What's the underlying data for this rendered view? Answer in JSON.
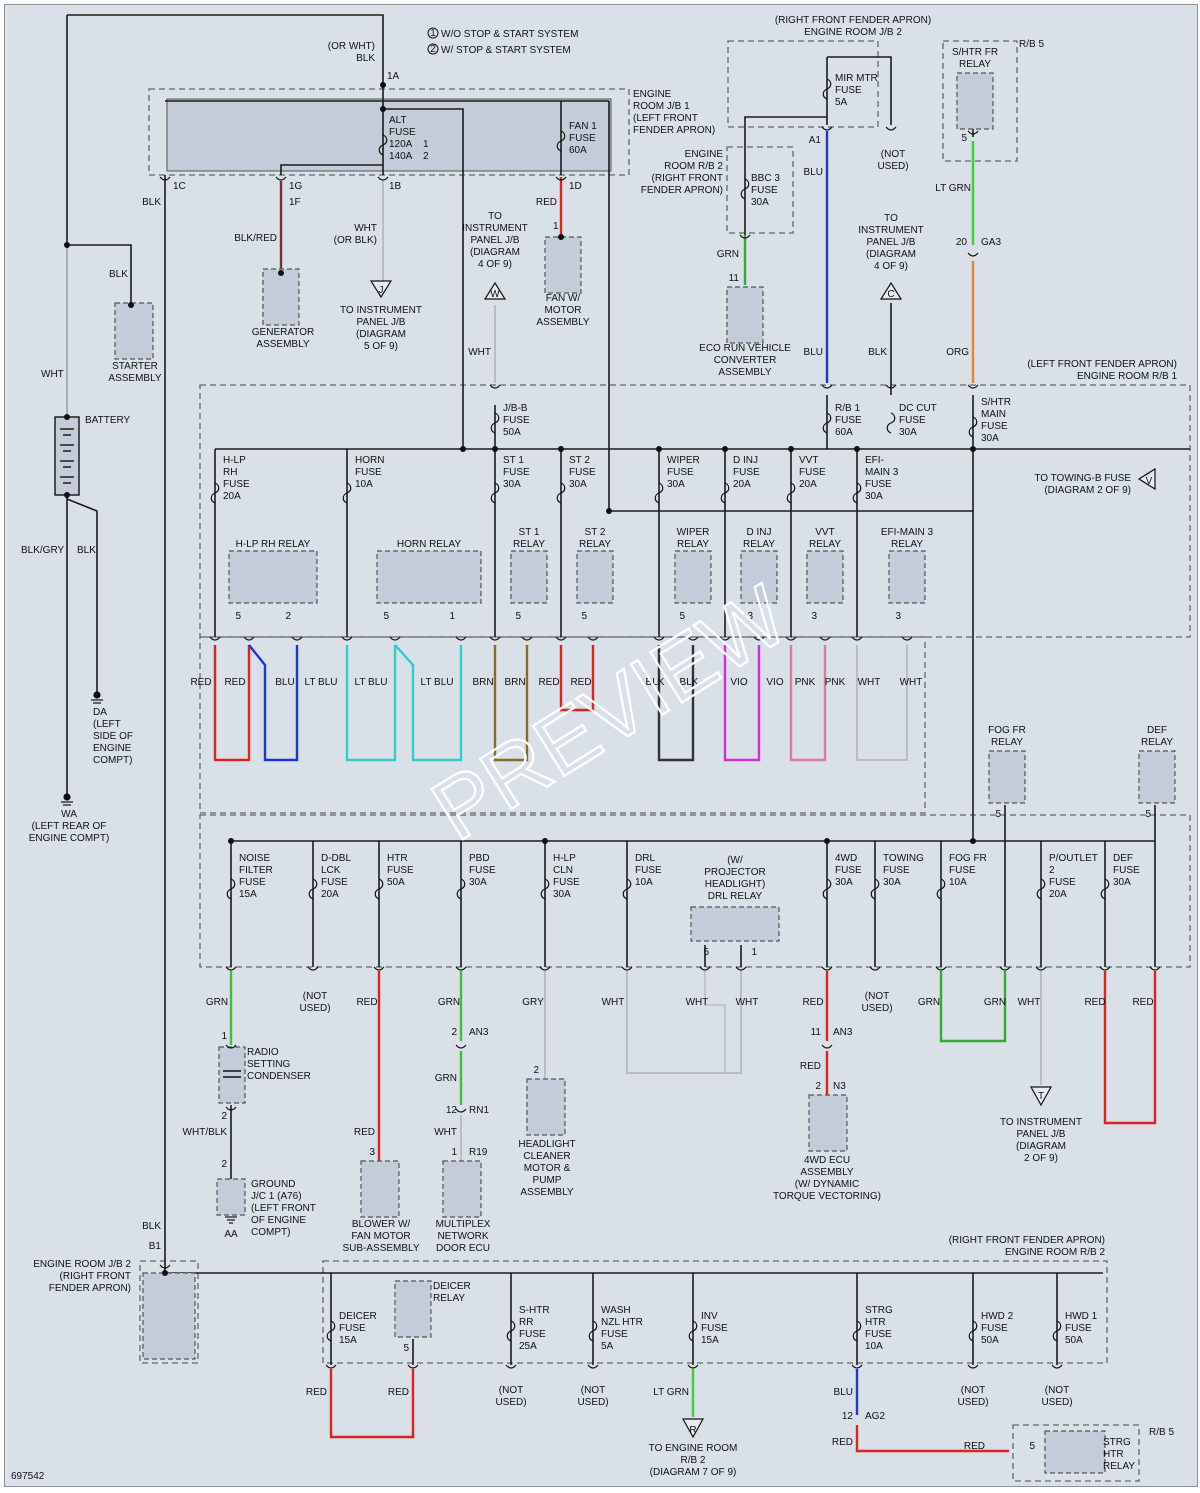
{
  "diagram_id": "697542",
  "watermark": "PREVIEW",
  "legend": {
    "mark1": "1",
    "text1": "W/O STOP & START SYSTEM",
    "mark2": "2",
    "text2": "W/ STOP & START SYSTEM"
  },
  "boxes": {
    "jb1": [
      "ENGINE",
      "ROOM J/B 1",
      "(LEFT FRONT",
      "FENDER APRON)"
    ],
    "jb2_top": [
      "(RIGHT FRONT FENDER APRON)",
      "ENGINE ROOM J/B 2"
    ],
    "rb5_top": "R/B 5",
    "rb2_left": [
      "ENGINE",
      "ROOM R/B 2",
      "(RIGHT FRONT",
      "FENDER APRON)"
    ],
    "rb1": [
      "(LEFT FRONT FENDER APRON)",
      "ENGINE ROOM R/B 1"
    ],
    "jb2_bottom": [
      "ENGINE ROOM J/B 2",
      "(RIGHT FRONT",
      "FENDER APRON)"
    ],
    "rb2_bottom": [
      "(RIGHT FRONT FENDER APRON)",
      "ENGINE ROOM R/B 2"
    ],
    "rb5_bottom": "R/B 5"
  },
  "top_left": {
    "or_wht": "(OR WHT)",
    "blk": "BLK",
    "pin_1a": "1A",
    "pin_1c": "1C",
    "pin_1b": "1B",
    "pin_1d": "1D",
    "pin_1g": "1G",
    "pin_1f": "1F",
    "mark_2": "2",
    "mark_1": "1",
    "alt_fuse": [
      "ALT",
      "FUSE",
      "120A",
      "140A"
    ],
    "fan1_fuse": [
      "FAN 1",
      "FUSE",
      "60A"
    ],
    "blk_red": "BLK/RED",
    "wht_or_blk": [
      "WHT",
      "(OR BLK)"
    ],
    "red": "RED",
    "generator": [
      "GENERATOR",
      "ASSEMBLY"
    ],
    "to_ipjb_j": [
      "TO INSTRUMENT",
      "PANEL J/B",
      "(DIAGRAM",
      "5 OF 9)"
    ],
    "tri_j": "J",
    "to_ipjb_w": [
      "TO",
      "INSTRUMENT",
      "PANEL J/B",
      "(DIAGRAM",
      "4 OF 9)"
    ],
    "tri_w": "W",
    "fan_pin": "1",
    "fan_motor": [
      "FAN W/",
      "MOTOR",
      "ASSEMBLY"
    ],
    "blk_left": "BLK",
    "blk_starter": "BLK",
    "starter": [
      "STARTER",
      "ASSEMBLY"
    ],
    "wht_batt": "WHT",
    "battery": "BATTERY",
    "blk_gry": "BLK/GRY",
    "blk2": "BLK",
    "da": [
      "DA",
      "(LEFT",
      "SIDE OF",
      "ENGINE",
      "COMPT)"
    ],
    "wa": [
      "WA",
      "(LEFT REAR OF",
      "ENGINE COMPT)"
    ]
  },
  "top_right": {
    "mir_mtr": [
      "MIR MTR",
      "FUSE",
      "5A"
    ],
    "pin_a1": "A1",
    "not_used": [
      "(NOT",
      "USED)"
    ],
    "bbc3": [
      "BBC 3",
      "FUSE",
      "30A"
    ],
    "grn": "GRN",
    "pin_11": "11",
    "eco_run": [
      "ECO RUN VEHICLE",
      "CONVERTER",
      "ASSEMBLY"
    ],
    "blu_top": "BLU",
    "blu_bot": "BLU",
    "shtr_fr_relay": [
      "S/HTR FR",
      "RELAY"
    ],
    "pin_5": "5",
    "lt_grn": "LT GRN",
    "pin_20": "20",
    "ga3": "GA3",
    "org": "ORG",
    "to_ipjb_c": [
      "TO",
      "INSTRUMENT",
      "PANEL J/B",
      "(DIAGRAM",
      "4 OF 9)"
    ],
    "tri_c": "C",
    "blk": "BLK"
  },
  "rb1": {
    "jb_b": [
      "J/B-B",
      "FUSE",
      "50A"
    ],
    "wht": "WHT",
    "rb1_fuse": [
      "R/B 1",
      "FUSE",
      "60A"
    ],
    "dc_cut": [
      "DC CUT",
      "FUSE",
      "30A"
    ],
    "shtr_main": [
      "S/HTR",
      "MAIN",
      "FUSE",
      "30A"
    ],
    "to_towing": [
      "TO TOWING-B FUSE",
      "(DIAGRAM 2 OF 9)"
    ],
    "tri_v": "V",
    "fuses": [
      [
        "H-LP",
        "RH",
        "FUSE",
        "20A"
      ],
      [
        "HORN",
        "FUSE",
        "10A"
      ],
      [
        "ST 1",
        "FUSE",
        "30A"
      ],
      [
        "ST 2",
        "FUSE",
        "30A"
      ],
      [
        "WIPER",
        "FUSE",
        "30A"
      ],
      [
        "D INJ",
        "FUSE",
        "20A"
      ],
      [
        "VVT",
        "FUSE",
        "20A"
      ],
      [
        "EFI-",
        "MAIN 3",
        "FUSE",
        "30A"
      ]
    ],
    "relays": [
      [
        "H-LP RH RELAY"
      ],
      [
        "HORN RELAY"
      ],
      [
        "ST 1",
        "RELAY"
      ],
      [
        "ST 2",
        "RELAY"
      ],
      [
        "WIPER",
        "RELAY"
      ],
      [
        "D INJ",
        "RELAY"
      ],
      [
        "VVT",
        "RELAY"
      ],
      [
        "EFI-MAIN 3",
        "RELAY"
      ]
    ],
    "relay_pins": [
      "5",
      "2",
      "5",
      "1",
      "5",
      "5",
      "5",
      "3",
      "3",
      "3"
    ],
    "wire_labels": [
      "RED",
      "RED",
      "BLU",
      "LT BLU",
      "LT BLU",
      "LT BLU",
      "BRN",
      "BRN",
      "RED",
      "RED",
      "BLK",
      "BLK",
      "VIO",
      "VIO",
      "PNK",
      "PNK",
      "WHT",
      "WHT"
    ]
  },
  "mid": {
    "fog_fr_relay": [
      "FOG FR",
      "RELAY"
    ],
    "def_relay": [
      "DEF",
      "RELAY"
    ],
    "pin5a": "5",
    "pin5b": "5",
    "fuses": [
      [
        "NOISE",
        "FILTER",
        "FUSE",
        "15A"
      ],
      [
        "D-DBL",
        "LCK",
        "FUSE",
        "20A"
      ],
      [
        "HTR",
        "FUSE",
        "50A"
      ],
      [
        "PBD",
        "FUSE",
        "30A"
      ],
      [
        "H-LP",
        "CLN",
        "FUSE",
        "30A"
      ],
      [
        "DRL",
        "FUSE",
        "10A"
      ],
      [
        "4WD",
        "FUSE",
        "30A"
      ],
      [
        "TOWING",
        "FUSE",
        "30A"
      ],
      [
        "FOG FR",
        "FUSE",
        "10A"
      ],
      [
        "P/OUTLET",
        "2",
        "FUSE",
        "20A"
      ],
      [
        "DEF",
        "FUSE",
        "30A"
      ]
    ],
    "drl_relay": [
      "(W/",
      "PROJECTOR",
      "HEADLIGHT)",
      "DRL RELAY"
    ],
    "drl_pin5": "5",
    "drl_pin1": "1",
    "wire_labels": [
      "GRN",
      "RED",
      "GRN",
      "GRY",
      "WHT",
      "WHT",
      "WHT",
      "RED",
      "GRN",
      "GRN",
      "WHT",
      "RED",
      "RED"
    ],
    "not_used_1": [
      "(NOT",
      "USED)"
    ],
    "not_used_2": [
      "(NOT",
      "USED)"
    ],
    "radio_pin1": "1",
    "radio": [
      "RADIO",
      "SETTING",
      "CONDENSER"
    ],
    "radio_pin2": "2",
    "wht_blk": "WHT/BLK",
    "gnd_pin2": "2",
    "ground": [
      "GROUND",
      "J/C 1 (A76)",
      "(LEFT FRONT",
      "OF ENGINE",
      "COMPT)"
    ],
    "aa": "AA",
    "red_htr": "RED",
    "blower_pin": "3",
    "blower": [
      "BLOWER W/",
      "FAN MOTOR",
      "SUB-ASSEMBLY"
    ],
    "an3_pin": "2",
    "an3": "AN3",
    "grn_an3": "GRN",
    "rn1_pin": "12",
    "rn1": "RN1",
    "wht_r19": "WHT",
    "r19_pin": "1",
    "r19": "R19",
    "multiplex": [
      "MULTIPLEX",
      "NETWORK",
      "DOOR ECU"
    ],
    "hl_pin": "2",
    "headlight": [
      "HEADLIGHT",
      "CLEANER",
      "MOTOR &",
      "PUMP",
      "ASSEMBLY"
    ],
    "an3b_pin": "11",
    "an3b": "AN3",
    "red_4wd": "RED",
    "n3_pin": "2",
    "n3": "N3",
    "ecu_4wd": [
      "4WD ECU",
      "ASSEMBLY",
      "(W/ DYNAMIC",
      "TORQUE VECTORING)"
    ],
    "to_ipjb_t": [
      "TO INSTRUMENT",
      "PANEL J/B",
      "(DIAGRAM",
      "2 OF 9)"
    ],
    "tri_t": "T"
  },
  "bottom": {
    "blk": "BLK",
    "b1": "B1",
    "deicer_fuse": [
      "DEICER",
      "FUSE",
      "15A"
    ],
    "deicer_relay": [
      "DEICER",
      "RELAY"
    ],
    "deicer_pin": "5",
    "shtr_rr": [
      "S-HTR",
      "RR",
      "FUSE",
      "25A"
    ],
    "wash": [
      "WASH",
      "NZL HTR",
      "FUSE",
      "5A"
    ],
    "inv": [
      "INV",
      "FUSE",
      "15A"
    ],
    "strg": [
      "STRG",
      "HTR",
      "FUSE",
      "10A"
    ],
    "hwd2": [
      "HWD 2",
      "FUSE",
      "50A"
    ],
    "hwd1": [
      "HWD 1",
      "FUSE",
      "50A"
    ],
    "red1": "RED",
    "red2": "RED",
    "nu1": [
      "(NOT",
      "USED)"
    ],
    "nu2": [
      "(NOT",
      "USED)"
    ],
    "lt_grn": "LT GRN",
    "tri_r": "R",
    "to_rb2": [
      "TO ENGINE ROOM",
      "R/B 2",
      "(DIAGRAM 7 OF 9)"
    ],
    "blu": "BLU",
    "ag2_pin": "12",
    "ag2": "AG2",
    "red3": "RED",
    "red4": "RED",
    "nu3": [
      "(NOT",
      "USED)"
    ],
    "nu4": [
      "(NOT",
      "USED)"
    ],
    "strg_relay_pin": "5",
    "strg_relay": [
      "STRG",
      "HTR",
      "RELAY"
    ]
  }
}
